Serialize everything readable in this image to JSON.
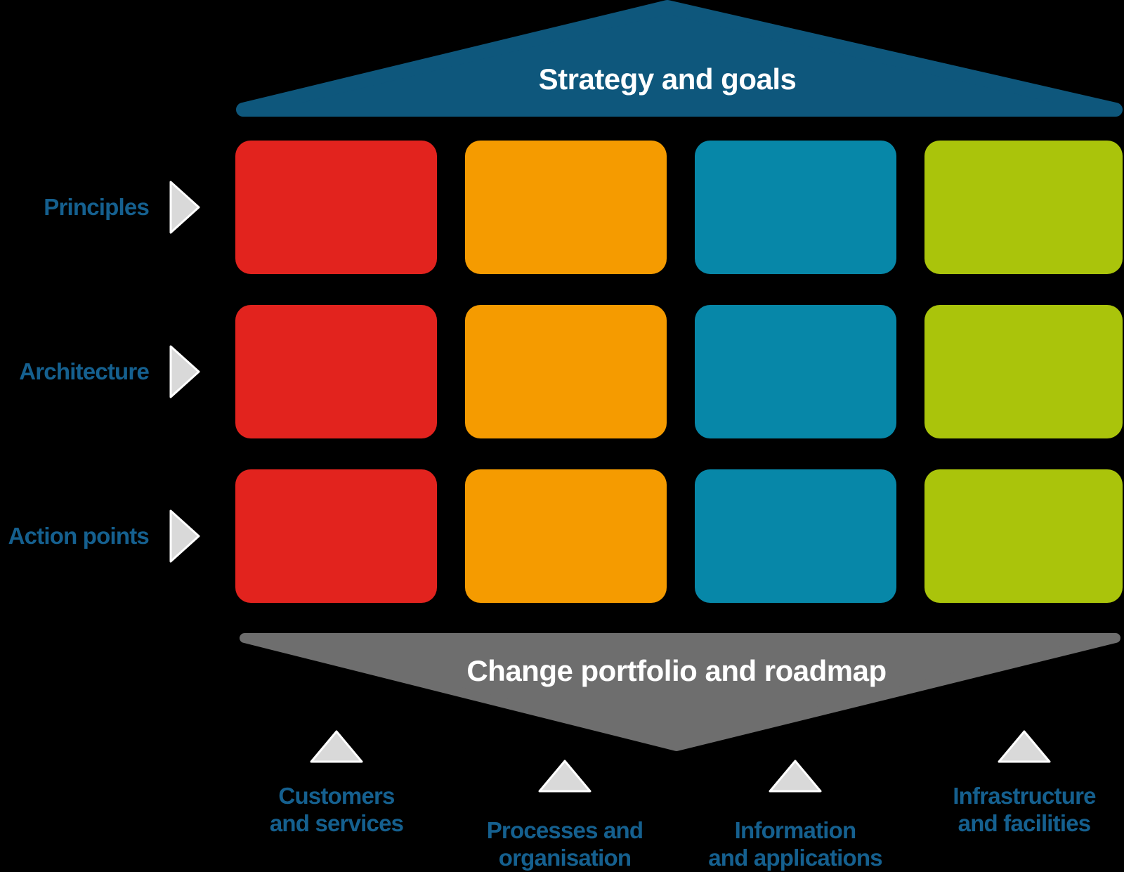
{
  "top_banner": {
    "label": "Strategy and goals",
    "color": "#0e577c",
    "text_color": "#ffffff"
  },
  "bottom_banner": {
    "label": "Change portfolio and roadmap",
    "color": "#6e6e6e",
    "text_color": "#ffffff"
  },
  "rows": [
    {
      "label": "Principles"
    },
    {
      "label": "Architecture"
    },
    {
      "label": "Action points"
    }
  ],
  "columns": [
    {
      "label_line1": "Customers",
      "label_line2": "and services",
      "color": "#e2231e"
    },
    {
      "label_line1": "Processes and",
      "label_line2": "organisation",
      "color": "#f59b00"
    },
    {
      "label_line1": "Information",
      "label_line2": "and applications",
      "color": "#0787a8"
    },
    {
      "label_line1": "Infrastructure",
      "label_line2": "and facilities",
      "color": "#aac40b"
    }
  ],
  "label_text_color": "#15608f",
  "arrow": {
    "fill": "#d9d9d9",
    "stroke": "#ffffff"
  },
  "background_color": "#000000"
}
